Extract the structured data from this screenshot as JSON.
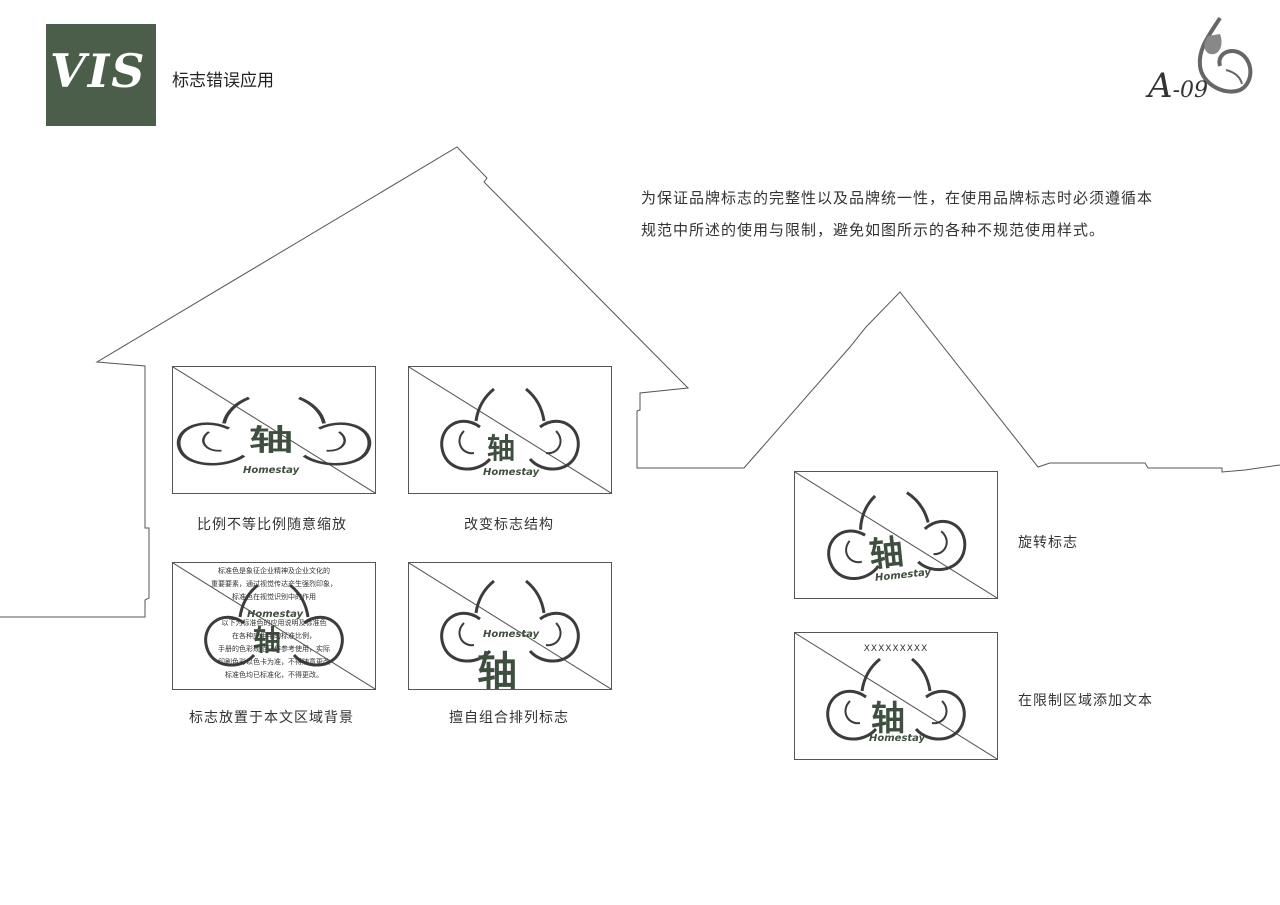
{
  "header": {
    "badge": "VIS",
    "section_title": "标志错误应用",
    "page_code_main": "A",
    "page_code_num": "-09"
  },
  "intro": {
    "line1": "为保证品牌标志的完整性以及品牌统一性，在使用品牌标志时必须遵循本",
    "line2": "规范中所述的使用与限制，避免如图所示的各种不规范使用样式。"
  },
  "logo": {
    "glyph": "轴",
    "sub": "Homestay"
  },
  "examples": [
    {
      "caption": "比例不等比例随意缩放"
    },
    {
      "caption": "改变标志结构"
    },
    {
      "caption": "标志放置于本文区域背景"
    },
    {
      "caption": "擅自组合排列标志"
    },
    {
      "caption": "旋转标志"
    },
    {
      "caption": "在限制区域添加文本"
    }
  ],
  "overlay_text": {
    "lines": [
      "标准色是象征企业精神及企业文化的",
      "重要要素，通过视觉传达产生强烈印象，",
      "标准色在视觉识别中的作用",
      "",
      "以下为标准色的应用说明及标准色",
      "在各种应用中的标准比例，",
      "手册的色彩规范只作参考使用，实际",
      "印刷色彩以色卡为准，不得随意更改",
      "标准色均已标准化，不得更改。"
    ]
  },
  "added_text": "XXXXXXXXX",
  "colors": {
    "brand_green": "#4a5e4a",
    "line": "#555555"
  }
}
